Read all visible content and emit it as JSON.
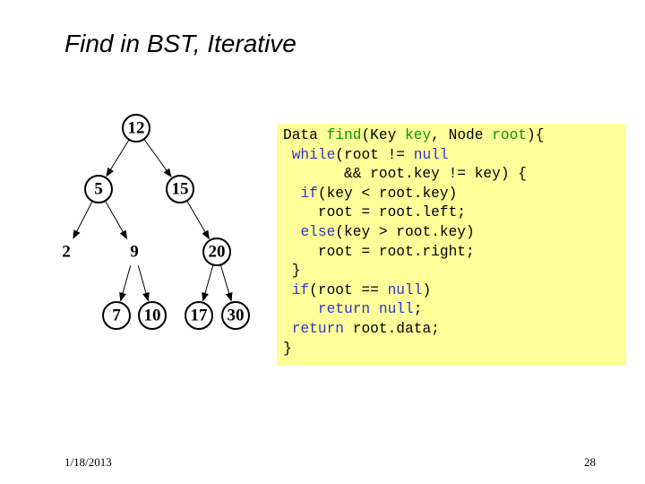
{
  "slide": {
    "title": "Find in BST, Iterative",
    "date": "1/18/2013",
    "page_number": "28"
  },
  "tree": {
    "nodes": [
      {
        "id": "n12",
        "label": "12"
      },
      {
        "id": "n5",
        "label": "5"
      },
      {
        "id": "n15",
        "label": "15"
      },
      {
        "id": "n2",
        "label": "2"
      },
      {
        "id": "n9",
        "label": "9"
      },
      {
        "id": "n20",
        "label": "20"
      },
      {
        "id": "n7",
        "label": "7"
      },
      {
        "id": "n10",
        "label": "10"
      },
      {
        "id": "n17",
        "label": "17"
      },
      {
        "id": "n30",
        "label": "30"
      }
    ],
    "edges": [
      [
        "n12",
        "n5"
      ],
      [
        "n12",
        "n15"
      ],
      [
        "n5",
        "n2"
      ],
      [
        "n5",
        "n9"
      ],
      [
        "n15",
        "n20"
      ],
      [
        "n9",
        "n7"
      ],
      [
        "n9",
        "n10"
      ],
      [
        "n20",
        "n17"
      ],
      [
        "n20",
        "n30"
      ]
    ],
    "circled_nodes": [
      "n12",
      "n5",
      "n15",
      "n20",
      "n7",
      "n10",
      "n17",
      "n30"
    ]
  },
  "code": {
    "lines": [
      [
        {
          "t": "Data "
        },
        {
          "t": "find",
          "c": "ty"
        },
        {
          "t": "(Key "
        },
        {
          "t": "key",
          "c": "ty"
        },
        {
          "t": ", Node "
        },
        {
          "t": "root",
          "c": "ty"
        },
        {
          "t": "){"
        }
      ],
      [
        {
          "t": " "
        },
        {
          "t": "while",
          "c": "kw"
        },
        {
          "t": "(root != "
        },
        {
          "t": "null",
          "c": "kw"
        }
      ],
      [
        {
          "t": "       && root.key != key) {"
        }
      ],
      [
        {
          "t": "  "
        },
        {
          "t": "if",
          "c": "kw"
        },
        {
          "t": "(key < root.key)"
        }
      ],
      [
        {
          "t": "    root = root.left;"
        }
      ],
      [
        {
          "t": "  "
        },
        {
          "t": "else",
          "c": "kw"
        },
        {
          "t": "(key > root.key)"
        }
      ],
      [
        {
          "t": "    root = root.right;"
        }
      ],
      [
        {
          "t": " }"
        }
      ],
      [
        {
          "t": " "
        },
        {
          "t": "if",
          "c": "kw"
        },
        {
          "t": "(root == "
        },
        {
          "t": "null",
          "c": "kw"
        },
        {
          "t": ")"
        }
      ],
      [
        {
          "t": "    "
        },
        {
          "t": "return",
          "c": "kw"
        },
        {
          "t": " "
        },
        {
          "t": "null",
          "c": "kw"
        },
        {
          "t": ";"
        }
      ],
      [
        {
          "t": " "
        },
        {
          "t": "return",
          "c": "kw"
        },
        {
          "t": " root.data;"
        }
      ],
      [
        {
          "t": "}"
        }
      ]
    ]
  }
}
